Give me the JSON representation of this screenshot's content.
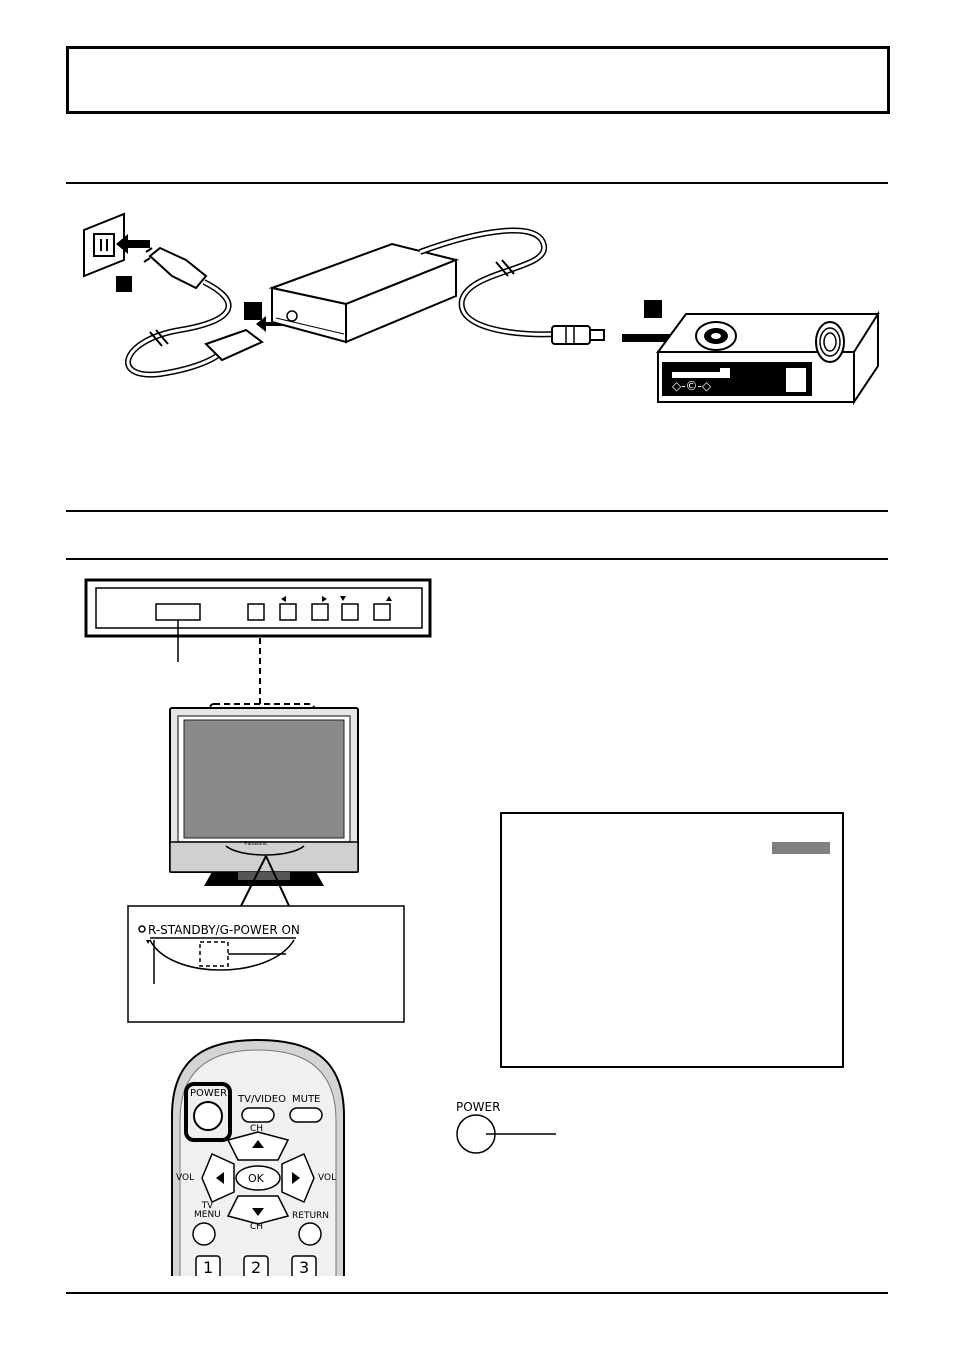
{
  "page": {
    "title": "",
    "section_rules": 4
  },
  "tv": {
    "indicator_label": "R-STANDBY/G-POWER ON",
    "brand": "Panasonic"
  },
  "remote": {
    "power": "POWER",
    "tv_video": "TV/VIDEO",
    "mute": "MUTE",
    "ch": "CH",
    "vol": "VOL",
    "ok": "OK",
    "tv_menu_line1": "TV",
    "tv_menu_line2": "MENU",
    "return": "RETURN",
    "num1": "1",
    "num2": "2",
    "num3": "3"
  },
  "power_callout": {
    "label": "POWER"
  },
  "colors": {
    "screen_gray": "#8a8a8a",
    "osd_bar": "#808080",
    "remote_body": "#d8d8d8"
  }
}
